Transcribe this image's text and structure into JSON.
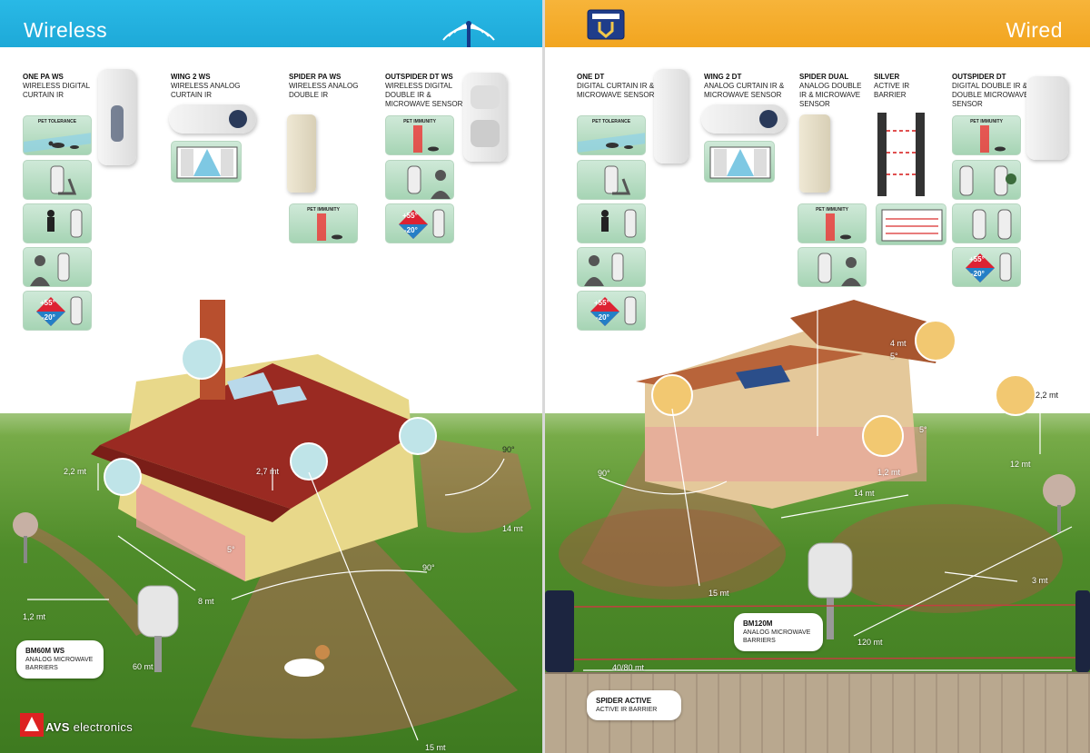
{
  "wireless": {
    "title": "Wireless",
    "products": [
      {
        "name": "ONE PA WS",
        "desc": [
          "WIRELESS DIGITAL",
          "CURTAIN IR"
        ]
      },
      {
        "name": "WING 2 WS",
        "desc": [
          "WIRELESS ANALOG",
          "CURTAIN IR"
        ]
      },
      {
        "name": "SPIDER PA WS",
        "desc": [
          "WIRELESS ANALOG",
          "DOUBLE IR"
        ]
      },
      {
        "name": "OUTSPIDER DT WS",
        "desc": [
          "WIRELESS DIGITAL",
          "DOUBLE IR &",
          "MICROWAVE SENSOR"
        ]
      }
    ],
    "tile_labels": {
      "pet_tolerance": "PET  TOLERANCE",
      "pet_immunity": "PET  IMMUNITY",
      "temp_high": "+55°",
      "temp_low": "-20°"
    },
    "measurements": {
      "h1": "2,2 mt",
      "h2": "2,7 mt",
      "angle1": "90°",
      "angle2": "90°",
      "tilt": "5°",
      "d1": "14 mt",
      "d2": "8 mt",
      "d3": "1,2 mt",
      "d4": "60 mt",
      "d5": "15 mt"
    },
    "callout": {
      "name": "BM60M WS",
      "desc": [
        "ANALOG MICROWAVE",
        "BARRIERS"
      ]
    },
    "logo": {
      "brand": "AVS",
      "suffix": "electronics"
    }
  },
  "wired": {
    "title": "Wired",
    "products": [
      {
        "name": "ONE DT",
        "desc": [
          "DIGITAL CURTAIN IR &",
          "MICROWAVE SENSOR"
        ]
      },
      {
        "name": "WING 2 DT",
        "desc": [
          "ANALOG CURTAIN IR &",
          "MICROWAVE SENSOR"
        ]
      },
      {
        "name": "SPIDER DUAL",
        "desc": [
          "ANALOG DOUBLE",
          "IR & MICROWAVE",
          "SENSOR"
        ]
      },
      {
        "name": "SILVER",
        "desc": [
          "ACTIVE IR",
          "BARRIER"
        ]
      },
      {
        "name": "OUTSPIDER DT",
        "desc": [
          "DIGITAL DOUBLE IR &",
          "DOUBLE MICROWAVE",
          "SENSOR"
        ]
      }
    ],
    "tile_labels": {
      "pet_tolerance": "PET  TOLERANCE",
      "pet_immunity": "PET  IMMUNITY",
      "temp_high": "+55°",
      "temp_low": "-20°"
    },
    "measurements": {
      "h1": "4 mt",
      "tilt1": "5°",
      "h2": "2,2 mt",
      "angle": "90°",
      "tilt2": "5°",
      "d1": "1,2 mt",
      "d2": "12 mt",
      "d3": "14 mt",
      "d4": "15 mt",
      "d5": "3 mt",
      "d6": "120 mt",
      "d7": "40/80 mt"
    },
    "callout1": {
      "name": "BM120M",
      "desc": [
        "ANALOG MICROWAVE",
        "BARRIERS"
      ]
    },
    "callout2": {
      "name": "SPIDER ACTIVE",
      "desc": [
        "ACTIVE IR BARRIER"
      ]
    }
  },
  "colors": {
    "wireless_banner": "#29b9e6",
    "wired_banner": "#f2a51f",
    "tile": "#a6d4b4",
    "coverage": "#e07070",
    "grass": "#4f8c2a"
  }
}
